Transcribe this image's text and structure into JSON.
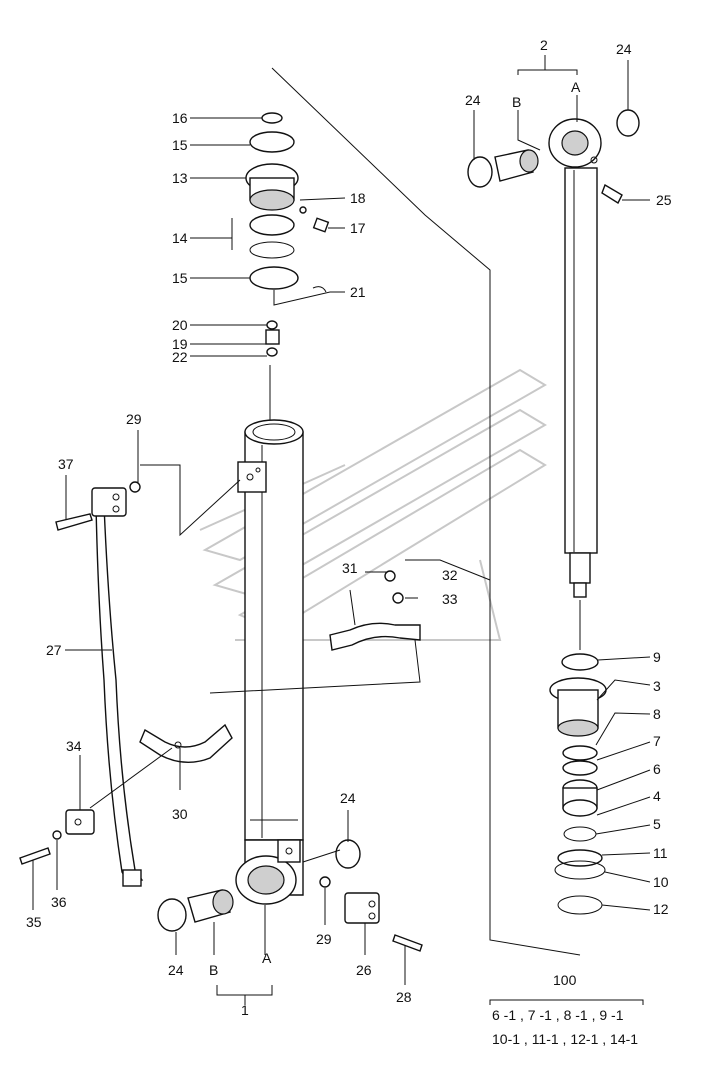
{
  "labels": {
    "p1": "1",
    "p2": "2",
    "p3": "3",
    "p4": "4",
    "p5": "5",
    "p6": "6",
    "p7": "7",
    "p8": "8",
    "p9": "9",
    "p10": "10",
    "p11": "11",
    "p12": "12",
    "p13": "13",
    "p14": "14",
    "p15a": "15",
    "p15b": "15",
    "p16": "16",
    "p17": "17",
    "p18": "18",
    "p19": "19",
    "p20": "20",
    "p21": "21",
    "p22": "22",
    "p24a": "24",
    "p24b": "24",
    "p24c": "24",
    "p24d": "24",
    "p25": "25",
    "p26": "26",
    "p27": "27",
    "p28": "28",
    "p29a": "29",
    "p29b": "29",
    "p30": "30",
    "p31": "31",
    "p32": "32",
    "p33": "33",
    "p34": "34",
    "p35": "35",
    "p36": "36",
    "p37": "37",
    "rodA": "A",
    "rodB": "B",
    "tubeA": "A",
    "tubeB": "B"
  },
  "kit": {
    "number": "100",
    "line1": "6 -1 , 7 -1 , 8 -1 , 9 -1",
    "line2": "10-1 , 11-1 , 12-1 , 14-1"
  },
  "icons": [
    "watermark-logo-icon"
  ]
}
